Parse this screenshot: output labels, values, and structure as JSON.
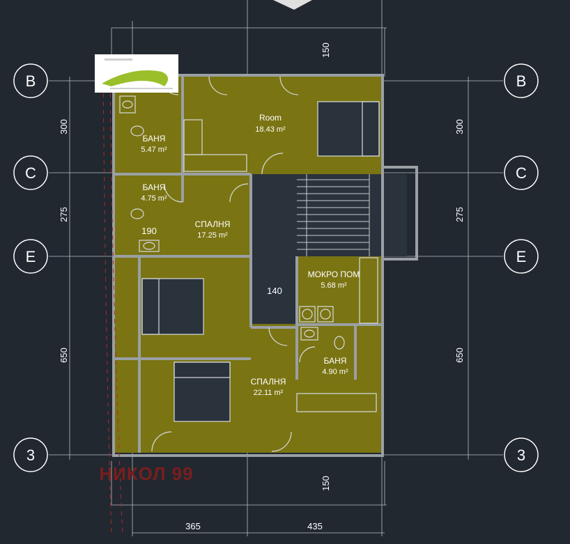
{
  "colors": {
    "background": "#212830",
    "floor_fill": "#7a7413",
    "wall": "#9aa0a4",
    "stair_core": "#2a323c",
    "linework": "#d8dcdf",
    "watermark": "#7a1e1e"
  },
  "grid_axes": {
    "rows": [
      {
        "id": "B",
        "label": "B"
      },
      {
        "id": "C",
        "label": "C"
      },
      {
        "id": "E",
        "label": "E"
      },
      {
        "id": "3",
        "label": "3"
      }
    ]
  },
  "dimensions": {
    "left": [
      "300",
      "275",
      "650"
    ],
    "right": [
      "300",
      "275",
      "650"
    ],
    "top": "150",
    "bottom": "150",
    "bottom_spans": [
      "365",
      "435"
    ],
    "corridor_width": "140",
    "bath_width": "190"
  },
  "rooms": [
    {
      "name": "Room",
      "area": "18.43 m²"
    },
    {
      "name": "БАНЯ",
      "area": "5.47 m²"
    },
    {
      "name": "БАНЯ",
      "area": "4.75 m²"
    },
    {
      "name": "СПАЛНЯ",
      "area": "17.25 m²"
    },
    {
      "name": "МОКРО ПОМ",
      "area": "5.68 m²"
    },
    {
      "name": "БАНЯ",
      "area": "4.90 m²"
    },
    {
      "name": "СПАЛНЯ",
      "area": "22.11 m²"
    }
  ],
  "watermark": "НИКОЛ 99"
}
